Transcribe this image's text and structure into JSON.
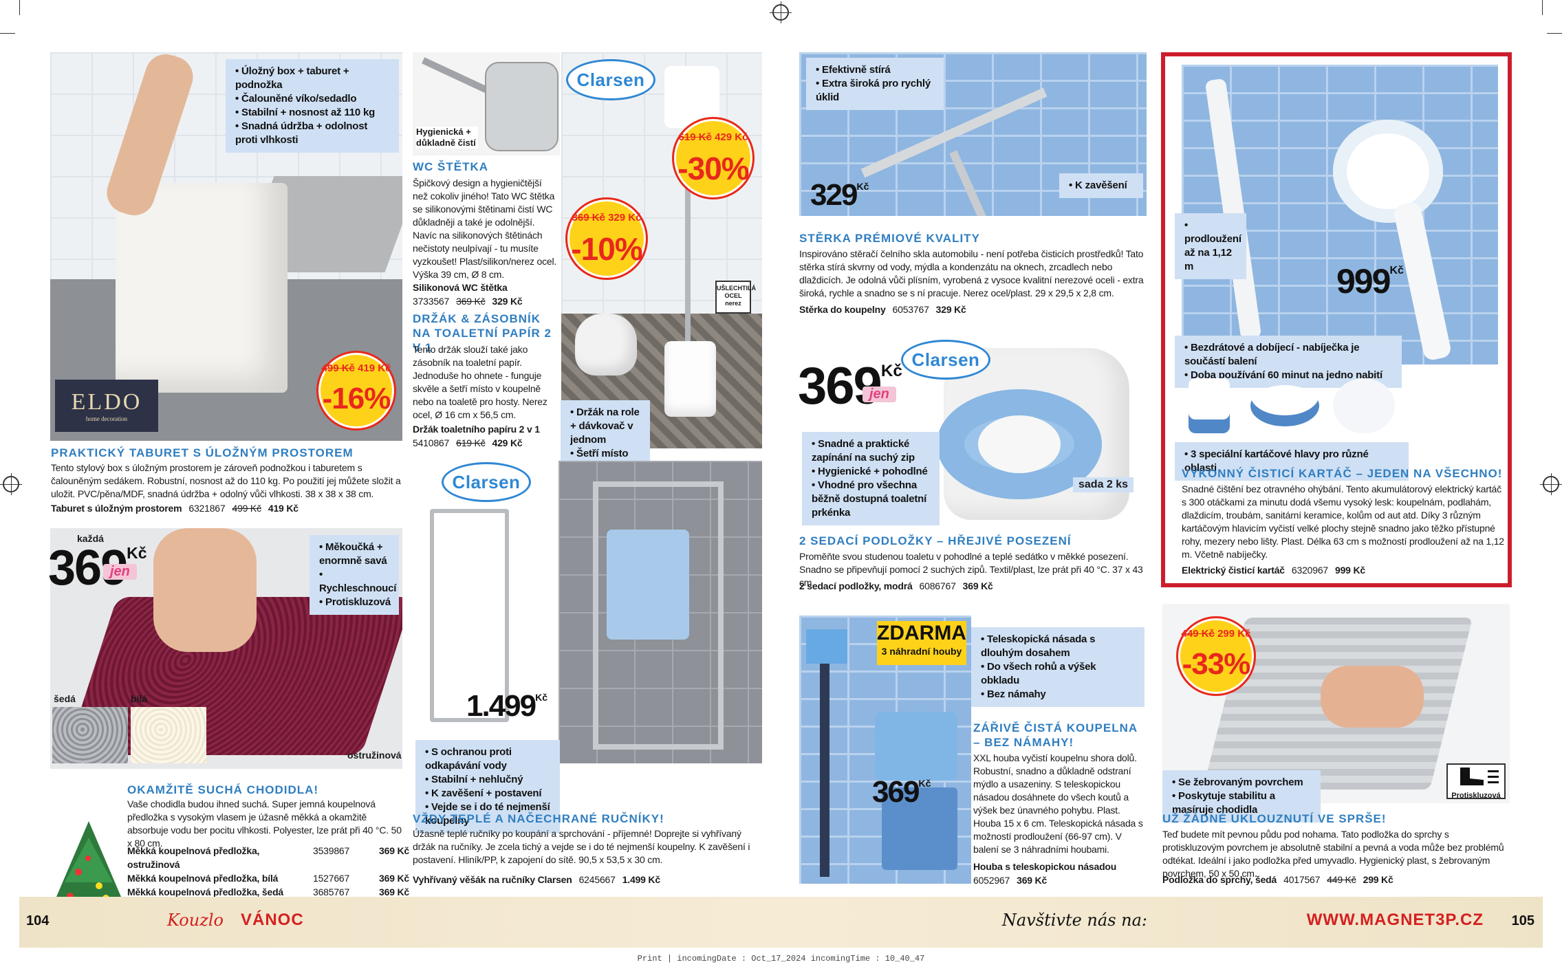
{
  "taburet": {
    "bullets": [
      "Úložný box + taburet + podnožka",
      "Čalouněné víko/sedadlo",
      "Stabilní + nosnost až 110 kg",
      "Snadná údržba + odolnost proti vlhkosti"
    ],
    "brand": "ELDO",
    "brand_sub": "home decoration",
    "badge_old": "499 Kč",
    "badge_new": "419 Kč",
    "badge_pct": "-16%",
    "title": "PRAKTICKÝ TABURET S ÚLOŽNÝM PROSTOREM",
    "text": "Tento stylový box s úložným prostorem je zároveň podnožkou i taburetem s čalouněným sedákem. Robustní, nosnost až do 110 kg. Po použití jej můžete složit a uložit. PVC/pěna/MDF, snadná údržba + odolný vůči vlhkosti. 38 x 38 x 38 cm.",
    "row_name": "Taburet s úložným prostorem",
    "row_code": "6321867",
    "row_old": "499 Kč",
    "row_price": "419 Kč"
  },
  "predlozka": {
    "kazda": "každá",
    "price": "369",
    "currency": "Kč",
    "jen": "jen",
    "bullets": [
      "Měkoučká + enormně savá",
      "Rychleschnoucí",
      "Protiskluzová"
    ],
    "sw1": "šedá",
    "sw2": "bílá",
    "sw3": "ostružinová",
    "title": "OKAMŽITĚ SUCHÁ CHODIDLA!",
    "text": "Vaše chodidla budou ihned suchá. Super jemná koupelnová předložka s vysokým vlasem je úžasně měkká a okamžitě absorbuje vodu ber pocitu vlhkosti. Polyester, lze prát při 40 °C. 50 x 80 cm.",
    "rows": [
      {
        "name": "Měkká koupelnová předložka, ostružinová",
        "code": "3539867",
        "price": "369 Kč"
      },
      {
        "name": "Měkká koupelnová předložka, bílá",
        "code": "1527667",
        "price": "369 Kč"
      },
      {
        "name": "Měkká koupelnová předložka, šedá",
        "code": "3685767",
        "price": "369 Kč"
      }
    ]
  },
  "wc": {
    "hygienic_note": "Hygienická + důkladně čistí",
    "title": "WC ŠTĚTKA",
    "text": "Špičkový design a hygieničtější než cokoliv jiného! Tato WC štětka se silikonovými štětinami čistí WC důkladněji a také je odolnější. Navíc na silikonových štětinách nečistoty neulpívají - tu musíte vyzkoušet! Plast/silikon/nerez ocel. Výška 39 cm, Ø 8 cm.",
    "row_name": "Silikonová WC štětka",
    "row_code": "3733567",
    "row_old": "369 Kč",
    "row_price": "329 Kč",
    "brand": "Clarsen",
    "badge_big_old": "619 Kč",
    "badge_big_new": "429 Kč",
    "badge_big_pct": "-30%",
    "badge_small_old": "369 Kč",
    "badge_small_new": "329 Kč",
    "badge_small_pct": "-10%",
    "steel_label": "UŠLECHTILÁ OCEL nerez",
    "holder_bullets": [
      "Držák na role + dávkovač v jednom",
      "Šetří místo"
    ],
    "title2": "DRŽÁK & ZÁSOBNÍK NA TOALETNÍ PAPÍR 2 V 1",
    "text2": "Tento držák slouží také jako zásobník na toaletní papír. Jednoduše ho ohnete - funguje skvěle a šetří místo v koupelně nebo na toaletě pro hosty. Nerez ocel, Ø 16 cm x 56,5 cm.",
    "row2_name": "Držák toaletního papíru 2 v 1",
    "row2_code": "5410867",
    "row2_old": "619 Kč",
    "row2_price": "429 Kč"
  },
  "rucniky": {
    "brand": "Clarsen",
    "price": "1.499",
    "currency": "Kč",
    "bullets": [
      "S ochranou proti odkapávání vody",
      "Stabilní + nehlučný",
      "K zavěšení + postavení",
      "Vejde se i do té nejmenší koupelny"
    ],
    "title": "VŽDY TEPLÉ A NAČECHRANÉ RUČNÍKY!",
    "text": "Úžasně teplé ručníky po koupání a sprchování - příjemné! Doprejte si vyhřívaný držák na ručníky. Je zcela tichý a vejde se i do té nejmenší koupelny. K zavěšení i postavení. Hliník/PP, k zapojení do sítě. 90,5 x 53,5 x 30 cm.",
    "row_name": "Vyhřívaný věšák na ručníky Clarsen",
    "row_code": "6245667",
    "row_price": "1.499 Kč"
  },
  "sterka": {
    "bullets": [
      "Efektivně stírá",
      "Extra široká pro rychlý úklid"
    ],
    "hang": "K zavěšení",
    "price": "329",
    "currency": "Kč",
    "title": "STĚRKA PRÉMIOVÉ KVALITY",
    "text": "Inspirováno stěračí čelního skla automobilu - není potřeba čisticích prostředků! Tato stěrka stírá skvrny od vody, mýdla a kondenzátu na oknech, zrcadlech nebo dlaždicích. Je odolná vůči plísním, vyrobená z vysoce kvalitní nerezové oceli - extra široká, rychle a snadno se s ní pracuje. Nerez ocel/plast. 29 x 29,5 x 2,8 cm.",
    "row_name": "Stěrka do koupelny",
    "row_code": "6053767",
    "row_price": "329 Kč"
  },
  "sedatka": {
    "price": "369",
    "currency": "Kč",
    "jen": "jen",
    "brand": "Clarsen",
    "bullets": [
      "Snadné a praktické zapínání na suchý zip",
      "Hygienické + pohodlné",
      "Vhodné pro všechna běžně dostupná toaletní prkénka"
    ],
    "set": "sada 2 ks",
    "title": "2 SEDACÍ PODLOŽKY – HŘEJIVÉ POSEZENÍ",
    "text": "Proměňte svou studenou toaletu v pohodlné a teplé sedátko v měkké posezení. Snadno se připevňují pomocí 2 suchých zipů. Textil/plast, lze prát při 40 °C. 37 x 43 cm.",
    "row_name": "2 sedací podložky, modrá",
    "row_code": "6086767",
    "row_price": "369 Kč"
  },
  "houba": {
    "free_big": "ZDARMA",
    "free_small": "3 náhradní houby",
    "bullets": [
      "Teleskopická násada s dlouhým dosahem",
      "Do všech rohů a výšek obkladu",
      "Bez námahy"
    ],
    "price": "369",
    "currency": "Kč",
    "title": "ZÁŘIVĚ ČISTÁ KOUPELNA – BEZ NÁMAHY!",
    "text": "XXL houba vyčistí koupelnu shora dolů. Robustní, snadno a důkladně odstraní mýdlo a usazeniny. S teleskopickou násadou dosáhnete do všech koutů a výšek bez únavného pohybu. Plast. Houba 15 x 6 cm. Teleskopická násada s možností prodloužení (66-97 cm). V balení se 3 náhradními houbami.",
    "row_name": "Houba s teleskopickou násadou",
    "row_code": "6052967",
    "row_price": "369 Kč"
  },
  "kartac": {
    "extend": "prodloužení až na 1,12 m",
    "price": "999",
    "currency": "Kč",
    "bullets": [
      "Bezdrátové a dobíjecí - nabíječka je součástí balení",
      "Doba používání 60 minut na jedno nabití"
    ],
    "heads": "3 speciální kartáčové hlavy pro různé oblasti",
    "title": "VÝKONNÝ ČISTICÍ KARTÁČ – JEDEN NA VŠECHNO!",
    "text": "Snadné čištění bez otravného ohýbání. Tento akumulátorový elektrický kartáč s 300 otáčkami za minutu dodá všemu vysoký lesk: koupelnám, podlahám, dlaždicím, troubám, sanitární keramice, kolům od aut atd. Díky 3 různým kartáčovým hlavicím vyčistí velké plochy stejně snadno jako těžko přístupné rohy, mezery nebo lišty. Plast. Délka 63 cm s možností prodloužení až na 1,12 m. Včetně nabíječky.",
    "row_name": "Elektrický čisticí kartáč",
    "row_code": "6320967",
    "row_price": "999 Kč"
  },
  "sprcha": {
    "badge_old": "449 Kč",
    "badge_new": "299 Kč",
    "badge_pct": "-33%",
    "bullets": [
      "Se žebrovaným povrchem",
      "Poskytuje stabilitu a masíruje chodidla"
    ],
    "anti": "Protiskluzová",
    "title": "UŽ ŽÁDNÉ UKLOUZNUTÍ VE SPRŠE!",
    "text": "Teď budete mít pevnou půdu pod nohama. Tato podložka do sprchy s protiskluzovým povrchem je absolutně stabilní a pevná a voda může bez problémů odtékat. Ideální i jako podložka před umyvadlo. Hygienický plast, s žebrovaným povrchem, 50 x 50 cm.",
    "row_name": "Podložka do sprchy, šedá",
    "row_code": "4017567",
    "row_old": "449 Kč",
    "row_price": "299 Kč"
  },
  "footer": {
    "page_left": "104",
    "page_right": "105",
    "kouzlo": "Kouzlo",
    "vanoc": "VÁNOC",
    "visit": "Navštivte nás na:",
    "url": "WWW.MAGNET3P.CZ"
  },
  "print_line": "Print | incomingDate : Oct_17_2024 incomingTime : 10_40_47",
  "colors": {
    "accent_blue": "#2f7ec0",
    "badge_yellow": "#ffd21a",
    "badge_red": "#e8281c",
    "frame_red": "#cc1d2c"
  }
}
